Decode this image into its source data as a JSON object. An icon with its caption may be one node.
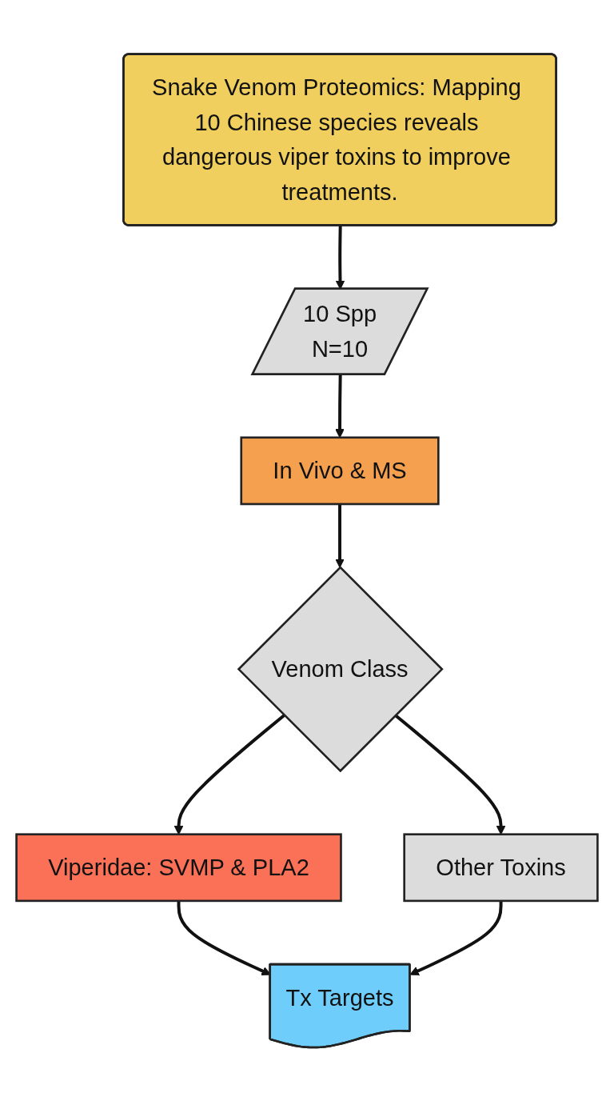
{
  "diagram": {
    "nodes": [
      {
        "text": [
          "Snake Venom Proteomics: Mapping 10 Chinese species reveals dangerous viper toxins to improve treatments."
        ]
      },
      {
        "text": [
          "10 Spp",
          "N=10"
        ]
      },
      {
        "text": [
          "In Vivo & MS"
        ]
      },
      {
        "text": [
          "Venom Class"
        ]
      },
      {
        "text": [
          "Viperidae: SVMP & PLA2"
        ]
      },
      {
        "text": [
          "Other Toxins"
        ]
      },
      {
        "text": [
          "Tx Targets"
        ]
      }
    ],
    "edges": [
      {
        "from": 0,
        "to": 1,
        "arrow": "to"
      },
      {
        "from": 1,
        "to": 2,
        "arrow": "to"
      },
      {
        "from": 2,
        "to": 3,
        "arrow": "to"
      },
      {
        "from": 3,
        "to": 4,
        "arrow": "to"
      },
      {
        "from": 3,
        "to": 5,
        "arrow": "to"
      },
      {
        "from": 4,
        "to": 6,
        "arrow": "to"
      },
      {
        "from": 5,
        "to": 6,
        "arrow": "to"
      }
    ]
  }
}
